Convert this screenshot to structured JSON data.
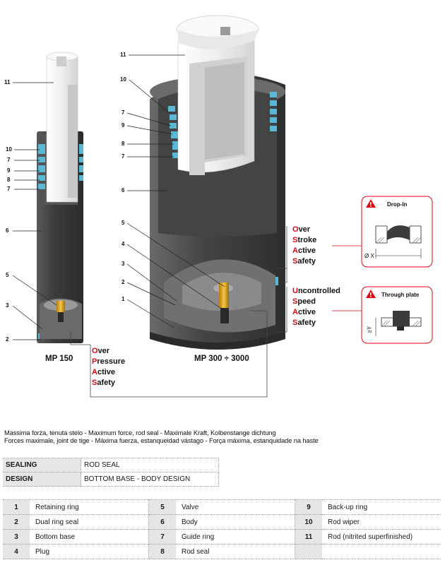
{
  "callouts": {
    "left": [
      "11",
      "10",
      "7",
      "9",
      "8",
      "7",
      "6",
      "5",
      "3",
      "2"
    ],
    "right": [
      "11",
      "10",
      "7",
      "9",
      "8",
      "7",
      "6",
      "5",
      "4",
      "3",
      "2",
      "1"
    ]
  },
  "models": {
    "small": "MP 150",
    "large": "MP 300 ÷ 3000"
  },
  "acronyms": {
    "ops": [
      {
        "cap": "O",
        "rest": "ver"
      },
      {
        "cap": "P",
        "rest": "ressure"
      },
      {
        "cap": "A",
        "rest": "ctive"
      },
      {
        "cap": "S",
        "rest": "afety"
      }
    ],
    "osas": [
      {
        "cap": "O",
        "rest": "ver"
      },
      {
        "cap": "S",
        "rest": "troke"
      },
      {
        "cap": "A",
        "rest": "ctive"
      },
      {
        "cap": "S",
        "rest": "afety"
      }
    ],
    "usas": [
      {
        "cap": "U",
        "rest": "ncontrolled"
      },
      {
        "cap": "S",
        "rest": "peed"
      },
      {
        "cap": "A",
        "rest": "ctive"
      },
      {
        "cap": "S",
        "rest": "afety"
      }
    ]
  },
  "boxes": {
    "dropin": {
      "title": "Drop-In",
      "dim": "Ø X"
    },
    "through": {
      "title": "Through plate",
      "dim": "≥Y"
    }
  },
  "description": {
    "line1": "Massima forza, tenuta stelo - Maximum force, rod seal - Maximale Kraft, Kolbenstange dichtung",
    "line2": "Forces maximale, joint de tige - Máxima fuerza, estanqueidad vástago - Força máxima, estanquidade na haste"
  },
  "spec": [
    {
      "key": "SEALING",
      "value": "ROD SEAL"
    },
    {
      "key": "DESIGN",
      "value": "BOTTOM BASE - BODY DESIGN"
    }
  ],
  "parts": [
    [
      {
        "n": "1",
        "t": "Retaining ring"
      },
      {
        "n": "5",
        "t": "Valve"
      },
      {
        "n": "9",
        "t": "Back-up ring"
      }
    ],
    [
      {
        "n": "2",
        "t": "Dual ring seal"
      },
      {
        "n": "6",
        "t": "Body"
      },
      {
        "n": "10",
        "t": "Rod wiper"
      }
    ],
    [
      {
        "n": "3",
        "t": "Bottom base"
      },
      {
        "n": "7",
        "t": "Guide ring"
      },
      {
        "n": "11",
        "t": "Rod (nitrited superfinished)"
      }
    ],
    [
      {
        "n": "4",
        "t": "Plug"
      },
      {
        "n": "8",
        "t": "Rod seal"
      },
      {
        "n": "",
        "t": ""
      }
    ]
  ],
  "colors": {
    "accent": "#e30613",
    "seal": "#59b9d4",
    "body": "#3a3a3a",
    "rod": "#f2f2f2",
    "table_shade": "#e6e6e6"
  }
}
